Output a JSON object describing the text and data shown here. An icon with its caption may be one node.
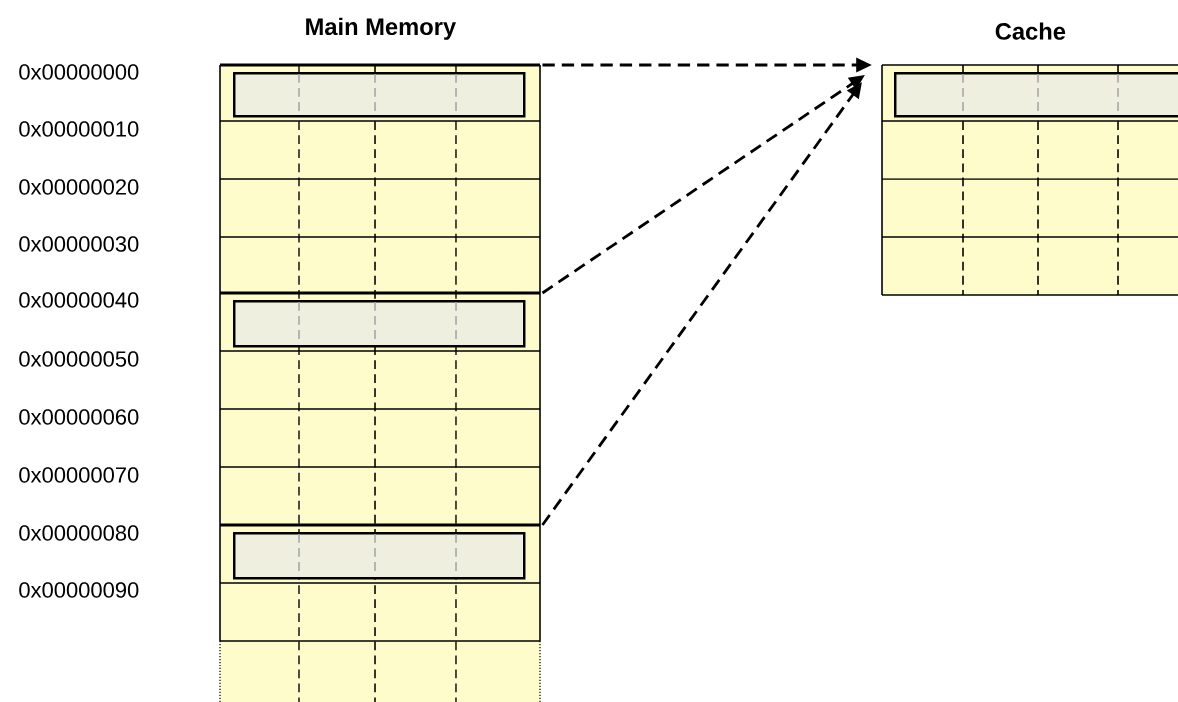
{
  "diagram": {
    "nodes": [
      {
        "text": [
          "Main Memory"
        ]
      },
      {
        "text": [
          "Cache"
        ]
      },
      {
        "text": [],
        "shape": "box",
        "in": 0
      },
      {
        "text": [],
        "shape": "box",
        "in": 0
      },
      {
        "text": [],
        "shape": "box",
        "in": 0
      },
      {
        "text": [],
        "shape": "box",
        "in": 1
      }
    ],
    "edges": [
      {
        "from": 2,
        "to": 5,
        "arrow": "to",
        "style": "dashed"
      },
      {
        "from": 3,
        "to": 5,
        "arrow": "to",
        "style": "dashed"
      },
      {
        "from": 4,
        "to": 5,
        "arrow": "to",
        "style": "dashed"
      }
    ],
    "labels": [
      "0x00000000",
      "0x00000010",
      "0x00000020",
      "0x00000030",
      "0x00000040",
      "0x00000050",
      "0x00000060",
      "0x00000070",
      "0x00000080",
      "0x00000090"
    ]
  }
}
